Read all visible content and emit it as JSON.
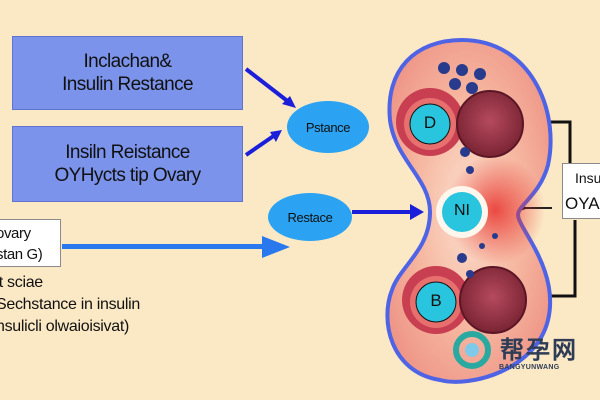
{
  "boxes": {
    "top": {
      "line1": "Inclachan&",
      "line2": "Insulin Restance"
    },
    "middle": {
      "line1": "Insiln Reistance",
      "line2": "OYHycts tip Ovary"
    }
  },
  "ovals": {
    "upper": "Pstance",
    "lower": "Restace"
  },
  "left_label": {
    "line1": "ovary",
    "line2": "stan G)"
  },
  "left_text": {
    "line1": "'t sciae",
    "line2": "Sechstance in insulin",
    "line3": "nsulicli olwaioisivat)"
  },
  "right_label": {
    "line1": "Insu",
    "line2": "OYA"
  },
  "ovary": {
    "follicle_top": "D",
    "follicle_center": "NI",
    "follicle_bottom": "B"
  },
  "watermark": {
    "cn": "帮孕网",
    "en": "BANGYUNWANG"
  },
  "colors": {
    "background": "#fbe9c6",
    "box": "#7b93ea",
    "oval": "#2ba3f2",
    "arrow": "#1c1fd9",
    "ovary_outline": "#4f63e5",
    "follicle": "#29c4dd"
  }
}
